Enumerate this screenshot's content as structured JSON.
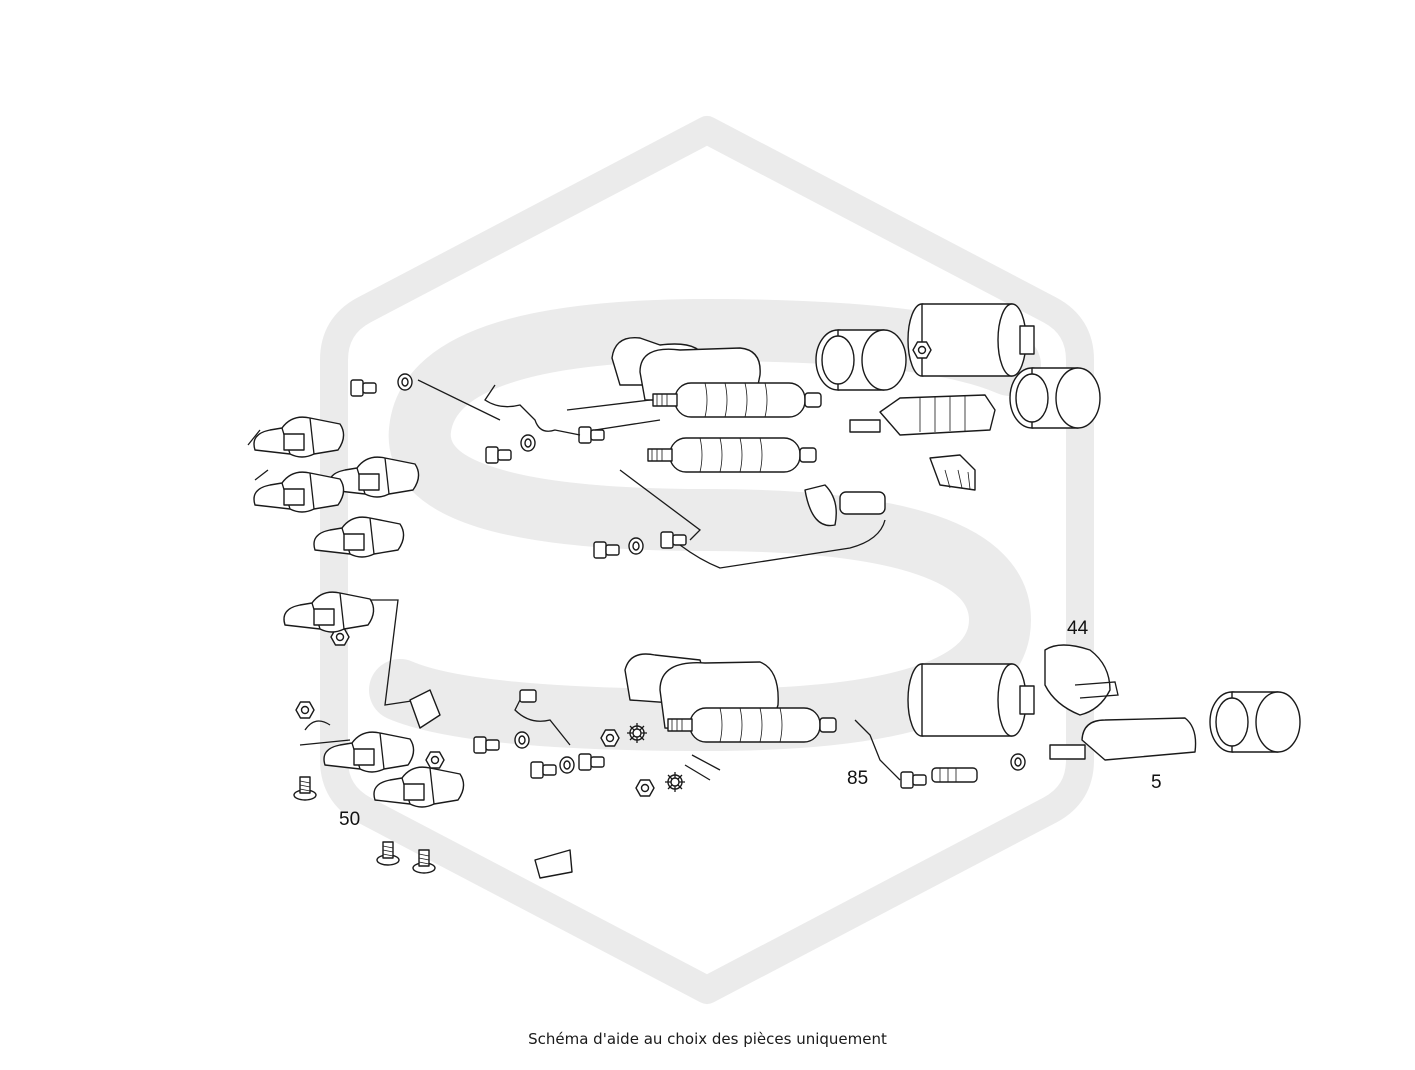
{
  "caption": "Schéma d'aide au choix des pièces uniquement",
  "callouts": {
    "c44": "44",
    "c85": "85",
    "c5": "5",
    "c50": "50"
  },
  "icons": {
    "watermark": "hexagon-s-logo-icon"
  },
  "colors": {
    "watermark": "#ebebeb",
    "line": "#1a1a1a",
    "background": "#ffffff"
  }
}
